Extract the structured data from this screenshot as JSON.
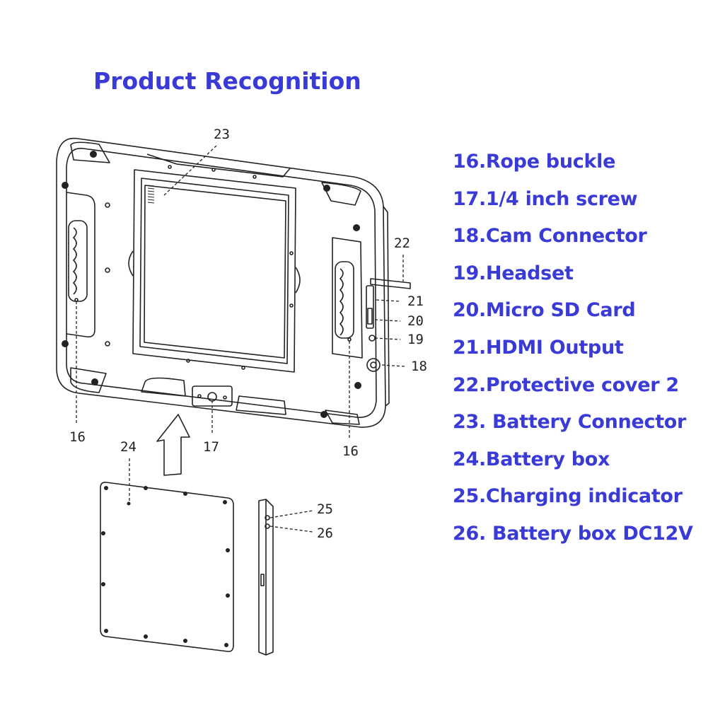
{
  "title": "Product Recognition",
  "legend": [
    "16.Rope buckle",
    "17.1/4 inch screw",
    "18.Cam Connector",
    "19.Headset",
    "20.Micro SD Card",
    "21.HDMI Output",
    "22.Protective cover 2",
    "23. Battery Connector",
    "24.Battery box",
    "25.Charging indicator",
    "26. Battery box DC12V"
  ],
  "callouts": {
    "c16_left": "16",
    "c16_right": "16",
    "c17": "17",
    "c18": "18",
    "c19": "19",
    "c20": "20",
    "c21": "21",
    "c22": "22",
    "c23": "23",
    "c24": "24",
    "c25": "25",
    "c26": "26"
  },
  "colors": {
    "title": "#3a3ad6",
    "line": "#222222"
  }
}
